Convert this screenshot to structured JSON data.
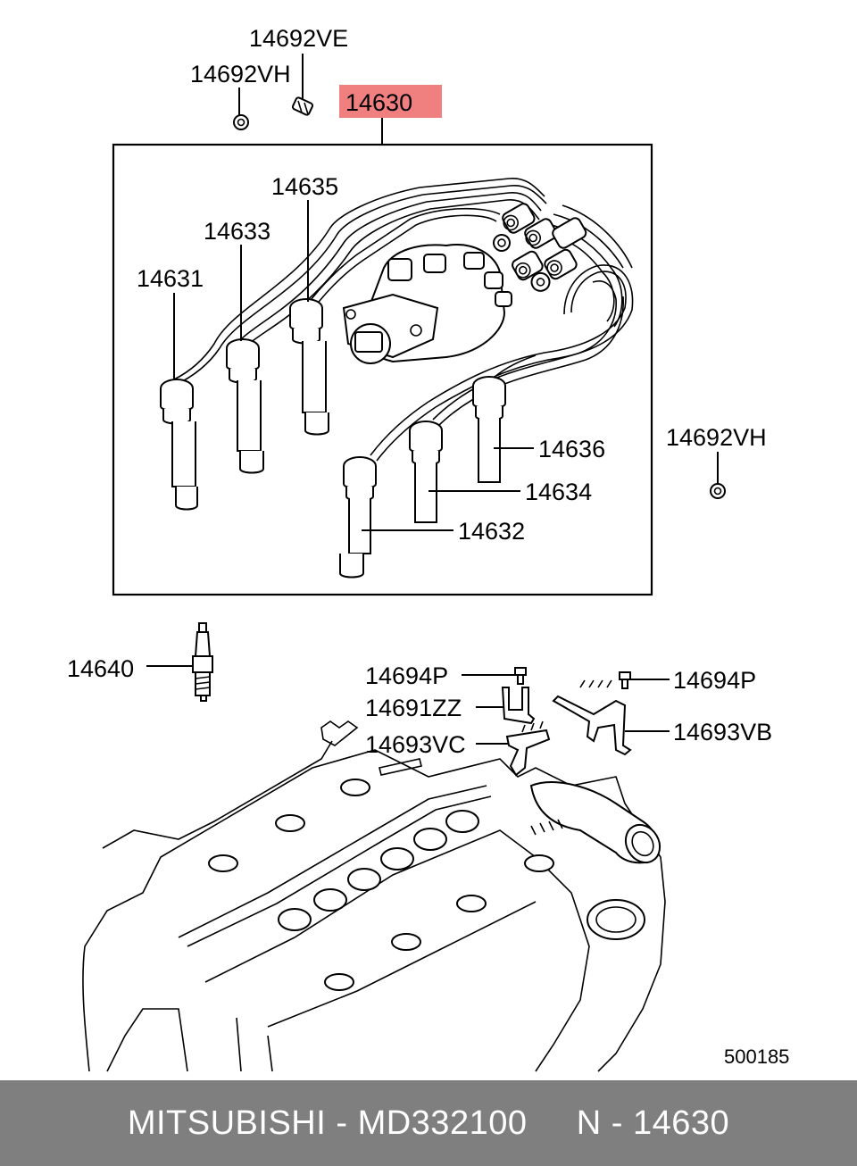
{
  "highlight_color": "#f08080",
  "footer_bg": "#7f7f7f",
  "labels": {
    "p14692VE": "14692VE",
    "p14692VH_top": "14692VH",
    "p14630": "14630",
    "p14635": "14635",
    "p14633": "14633",
    "p14631": "14631",
    "p14636": "14636",
    "p14634": "14634",
    "p14632": "14632",
    "p14692VH_right": "14692VH",
    "p14640": "14640",
    "p14694P_left": "14694P",
    "p14694P_right": "14694P",
    "p14691ZZ": "14691ZZ",
    "p14693VC": "14693VC",
    "p14693VB": "14693VB",
    "drawing_no": "500185"
  },
  "footer": {
    "brand": "MITSUBISHI",
    "sep1": " - ",
    "part_number": "MD332100",
    "ref": "N - 14630"
  }
}
